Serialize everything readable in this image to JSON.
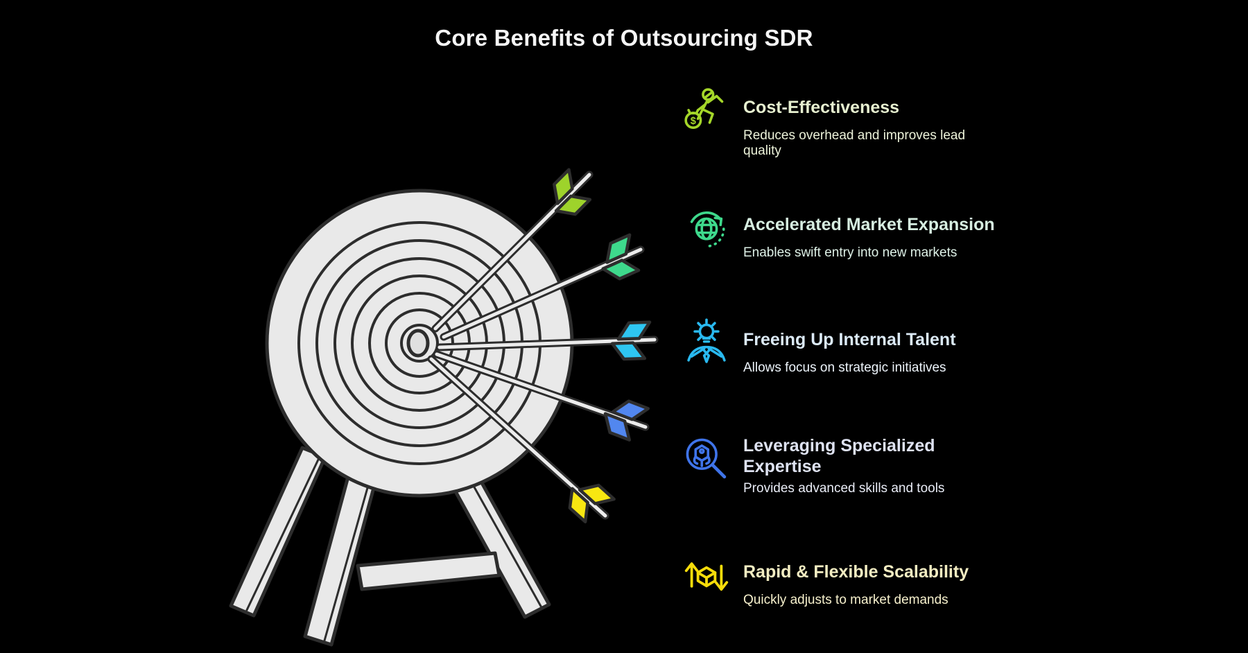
{
  "page": {
    "title": "Core Benefits of Outsourcing SDR",
    "background_color": "#000000",
    "title_color": "#f5f5f5"
  },
  "illustration": {
    "name": "archery-target-on-easel-with-five-arrows",
    "board_color": "#e9e9e9",
    "outline_color": "#2d2d2d",
    "arrow_shaft_color": "#ececec",
    "fletching_colors": [
      "#9ed32b",
      "#3ed98c",
      "#2ec6f2",
      "#5287ef",
      "#f8e711"
    ]
  },
  "items": [
    {
      "title": "Cost-Effectiveness",
      "description": "Reduces overhead and improves lead quality",
      "icon": "money-runner-icon",
      "icon_glyph": "$",
      "icon_color": "#a4d629",
      "title_color": "#e7f0d0",
      "desc_color": "#edf3da"
    },
    {
      "title": "Accelerated Market Expansion",
      "description": "Enables swift entry into new markets",
      "icon": "globe-expansion-icon",
      "icon_color": "#3ed98c",
      "title_color": "#d7eee1",
      "desc_color": "#def1e7"
    },
    {
      "title": "Freeing Up Internal Talent",
      "description": "Allows focus on strategic initiatives",
      "icon": "lightbulb-person-icon",
      "icon_color": "#29b9f0",
      "title_color": "#dceaf6",
      "desc_color": "#edf4fb"
    },
    {
      "title": "Leveraging Specialized Expertise",
      "description": "Provides advanced skills and tools",
      "icon": "magnifier-expert-icon",
      "icon_color": "#3f74ea",
      "title_color": "#dee2f1",
      "desc_color": "#e9ecf6"
    },
    {
      "title": "Rapid & Flexible Scalability",
      "description": "Quickly adjusts to market demands",
      "icon": "cube-scale-arrows-icon",
      "icon_color": "#f6dc0a",
      "title_color": "#f3edc2",
      "desc_color": "#f6f0cc"
    }
  ]
}
